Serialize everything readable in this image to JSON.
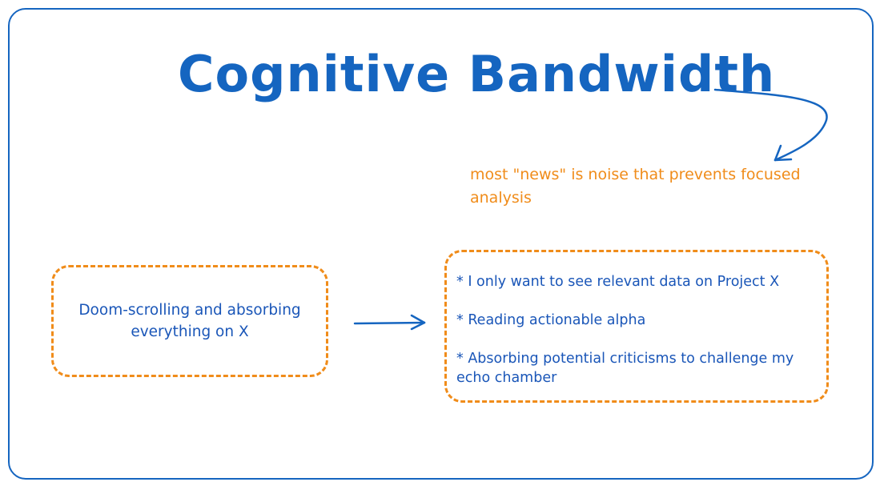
{
  "title": "Cognitive Bandwidth",
  "note": "most \"news\" is noise that prevents focused analysis",
  "left_box": {
    "text": "Doom-scrolling and absorbing everything on X"
  },
  "right_box": {
    "items": [
      "* I only want to see relevant data on Project X",
      "* Reading actionable alpha",
      "* Absorbing potential criticisms to challenge my echo chamber"
    ]
  },
  "colors": {
    "primary": "#1565c0",
    "accent": "#f08c1a"
  }
}
